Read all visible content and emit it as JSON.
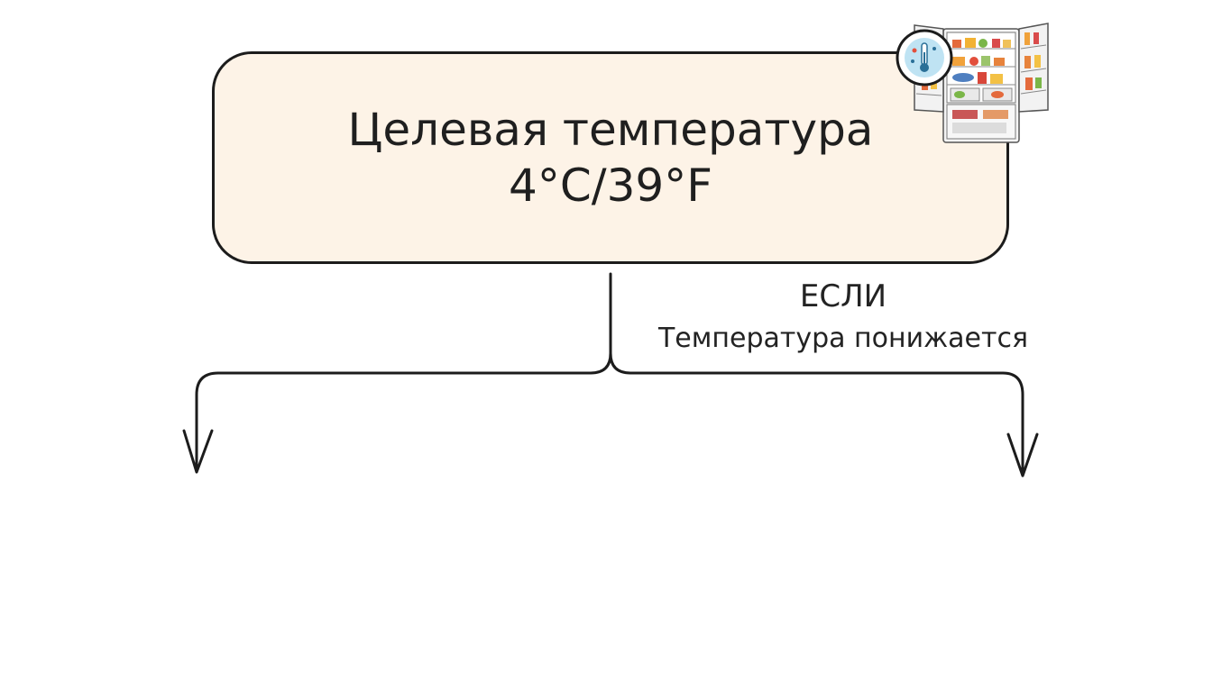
{
  "target": {
    "title": "Целевая температура",
    "value": "4°C/39°F"
  },
  "condition": {
    "keyword": "ЕСЛИ",
    "text": "Температура понижается"
  },
  "icons": {
    "fridge": "open-fridge-icon",
    "thermometer": "thermometer-icon"
  },
  "colors": {
    "box_fill": "#fdf3e7",
    "stroke": "#1c1c1c",
    "badge": "#bfe3f3"
  }
}
